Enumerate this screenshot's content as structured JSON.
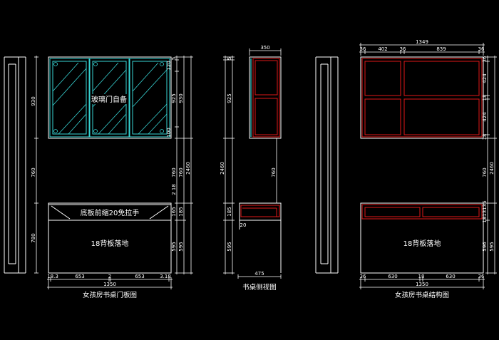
{
  "colors": {
    "background": "#000000",
    "white": "#ffffff",
    "cyan": "#38d6d6",
    "red": "#e01818",
    "grey": "#a0a0a0",
    "dim": "#ffffff"
  },
  "views": {
    "door_panel": {
      "title": "女孩房书桌门板图",
      "glass_note": "玻璃门自备",
      "drawer_note": "底板前缩20免拉手",
      "base_note": "18背板落地",
      "dims": {
        "total_width": "1350",
        "b1": "18.3",
        "b2": "653",
        "b3": "2",
        "b4": "653",
        "b5": "3.18",
        "left_930": "930",
        "left_760": "760",
        "left_780": "780",
        "r_5": "5",
        "r_120": "120",
        "r_925": "925",
        "r_930": "930",
        "r_100": "100",
        "r_760": "760",
        "r_2460": "2460",
        "r_2": "2",
        "r_18": "18",
        "r_165": "165",
        "r_185": "185",
        "r_595a": "595",
        "r_595b": "595"
      }
    },
    "side": {
      "title": "书桌侧视图",
      "dims": {
        "top": "350",
        "bottom": "475",
        "l_5": "5",
        "l_925": "925",
        "l_2460": "2460",
        "l_185": "185",
        "l_595": "595",
        "l_20": "20",
        "r_760": "760"
      }
    },
    "structure": {
      "title": "女孩房书桌结构图",
      "base_note": "18背板落地",
      "dims": {
        "total_top": "1349",
        "t1": "36",
        "t2": "402",
        "t3": "36",
        "t4": "839",
        "t5": "36",
        "bottom_total": "1350",
        "bt1": "36",
        "bt2": "630",
        "bt3": "18",
        "bt4": "630",
        "bt5": "36",
        "r_36a": "36",
        "r_424a": "424",
        "r_18": "18",
        "r_424b": "424",
        "r_18b": "18",
        "r_760": "760",
        "r_2460": "2460",
        "r_18c": "18",
        "r_131": "131",
        "r_36b": "36",
        "r_596": "596",
        "r_595": "595"
      }
    }
  }
}
